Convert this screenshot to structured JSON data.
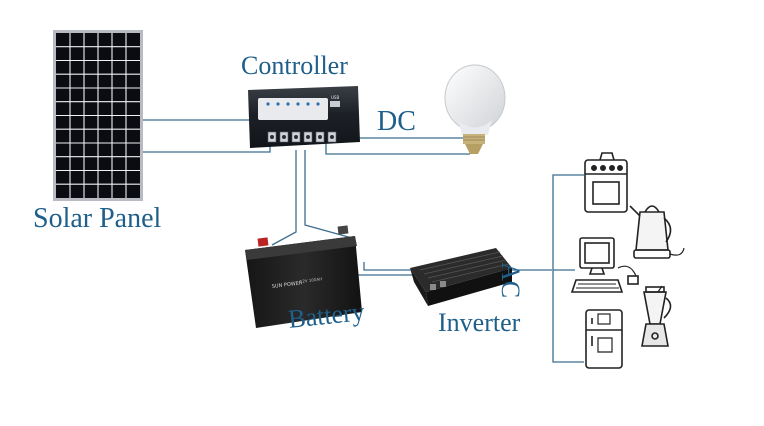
{
  "labels": {
    "solar_panel": "Solar Panel",
    "controller": "Controller",
    "dc": "DC",
    "battery": "Battery",
    "inverter": "Inverter",
    "ac": "AC"
  },
  "battery_markings": {
    "brand": "SUN POWER",
    "model": "12V 100AH"
  },
  "controller_display": "USB",
  "icons": [
    "solar-panel-icon",
    "charge-controller-icon",
    "light-bulb-icon",
    "battery-icon",
    "inverter-icon",
    "stove-icon",
    "kettle-icon",
    "computer-icon",
    "refrigerator-icon",
    "blender-icon"
  ],
  "colors": {
    "label": "#1f5f8b",
    "wire": "#3b6e8f",
    "panel_cell": "#0b0b12",
    "panel_frame": "#b8bcc2"
  }
}
